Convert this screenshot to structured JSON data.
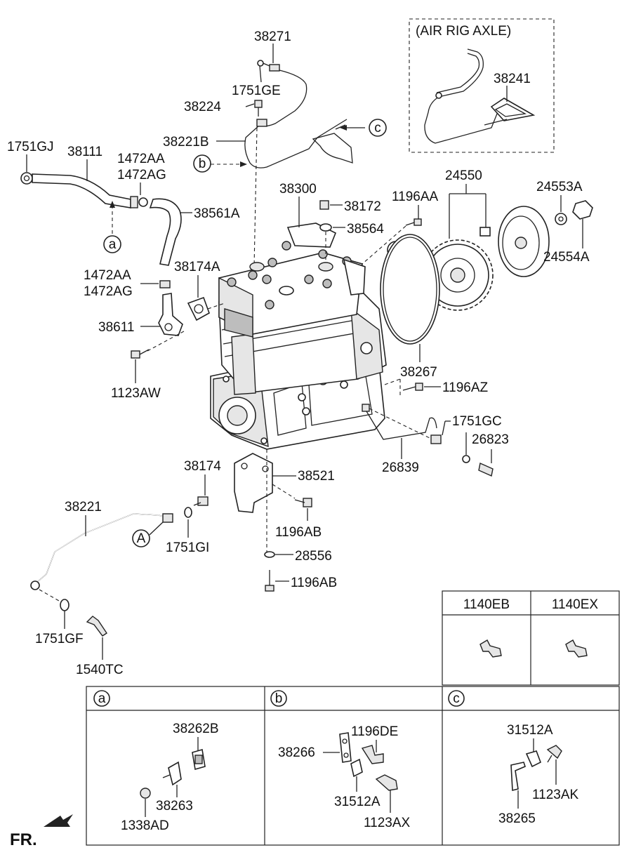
{
  "diagram": {
    "air_rig_axle_note": "(AIR RIG AXLE)",
    "fr_label": "FR.",
    "callouts": {
      "a": "a",
      "b": "b",
      "c": "c",
      "A": "A"
    },
    "labels": {
      "p38271": "38271",
      "p1751GE": "1751GE",
      "p38224": "38224",
      "p38221B": "38221B",
      "p1751GJ": "1751GJ",
      "p38111": "38111",
      "p1472AA_1": "1472AA",
      "p1472AG_1": "1472AG",
      "p38561A": "38561A",
      "p38300": "38300",
      "p38172": "38172",
      "p1196AA": "1196AA",
      "p38564": "38564",
      "p24550": "24550",
      "p24553A": "24553A",
      "p24554A": "24554A",
      "p38241": "38241",
      "p1472AA_2": "1472AA",
      "p1472AG_2": "1472AG",
      "p38174A": "38174A",
      "p38611": "38611",
      "p1123AW": "1123AW",
      "p38267": "38267",
      "p1196AZ": "1196AZ",
      "p1751GC": "1751GC",
      "p26823": "26823",
      "p26839": "26839",
      "p38174": "38174",
      "p38521": "38521",
      "p38221": "38221",
      "p1196AB_1": "1196AB",
      "p1751GI": "1751GI",
      "p28556": "28556",
      "p1196AB_2": "1196AB",
      "p1751GF": "1751GF",
      "p1540TC": "1540TC"
    }
  },
  "fastener_table": {
    "headers": [
      "1140EB",
      "1140EX"
    ]
  },
  "detail_panels": [
    {
      "key": "a",
      "labels": {
        "p38262B": "38262B",
        "p38263": "38263",
        "p1338AD": "1338AD"
      }
    },
    {
      "key": "b",
      "labels": {
        "p38266": "38266",
        "p1196DE": "1196DE",
        "p31512A": "31512A",
        "p1123AX": "1123AX"
      }
    },
    {
      "key": "c",
      "labels": {
        "p31512A": "31512A",
        "p1123AK": "1123AK",
        "p38265": "38265"
      }
    }
  ]
}
